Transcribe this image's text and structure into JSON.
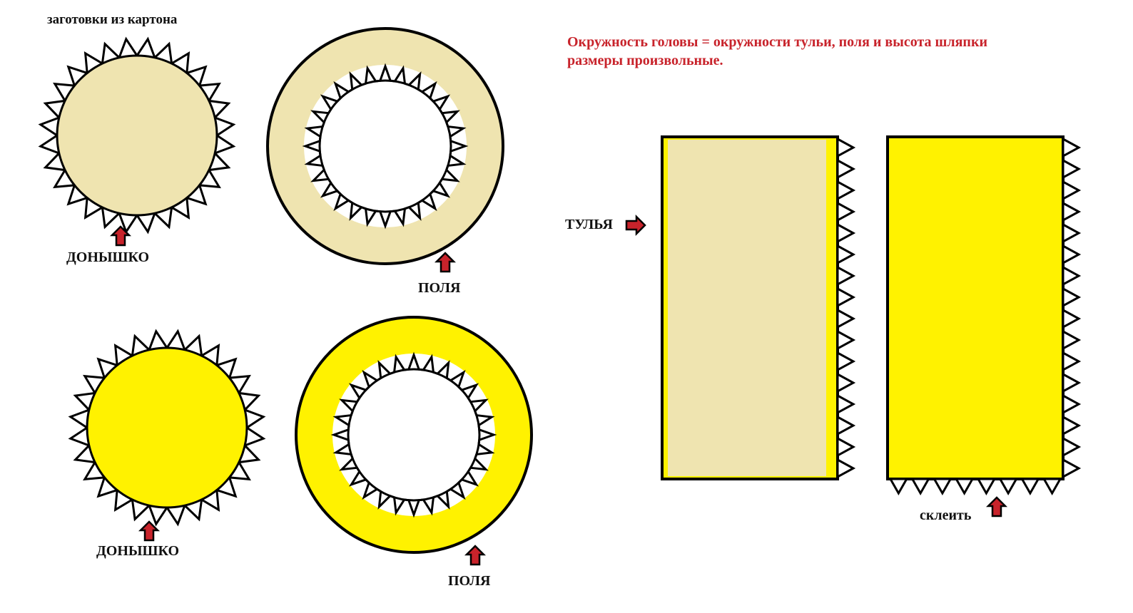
{
  "title": "заготовки из картона",
  "note": {
    "line1": "Окружность головы = окружности тульи, поля и высота шляпки",
    "line2": "размеры произвольные."
  },
  "labels": {
    "bottom_top": "ДОНЫШКО",
    "brim_top": "ПОЛЯ",
    "bottom_bottom": "ДОНЫШКО",
    "brim_bottom": "ПОЛЯ",
    "crown": "ТУЛЬЯ",
    "glue": "склеить"
  },
  "colors": {
    "yellow": "#fff200",
    "beige": "#efe4b0",
    "outline": "#000000",
    "arrow": "#c8232b",
    "note_text": "#c8232b"
  }
}
